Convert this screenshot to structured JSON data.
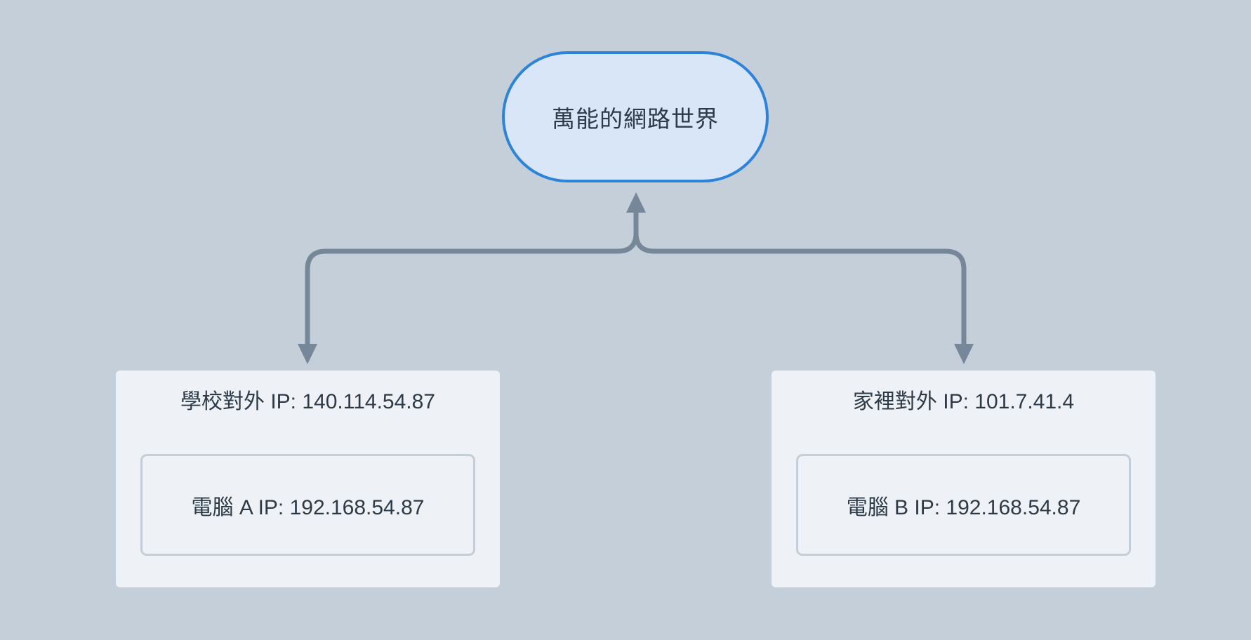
{
  "diagram": {
    "root": {
      "label": "萬能的網路世界"
    },
    "sites": [
      {
        "id": "school",
        "title": "學校對外 IP: 140.114.54.87",
        "computer": "電腦 A IP: 192.168.54.87"
      },
      {
        "id": "home",
        "title": "家裡對外 IP: 101.7.41.4",
        "computer": "電腦 B IP: 192.168.54.87"
      }
    ]
  },
  "colors": {
    "background": "#c4cfd9",
    "node_fill": "#eef2f6",
    "inner_border": "#c3ced8",
    "pill_fill": "#d8e6f8",
    "pill_border": "#2d83d8",
    "arrow": "#76879a",
    "text": "#2d3a47"
  }
}
